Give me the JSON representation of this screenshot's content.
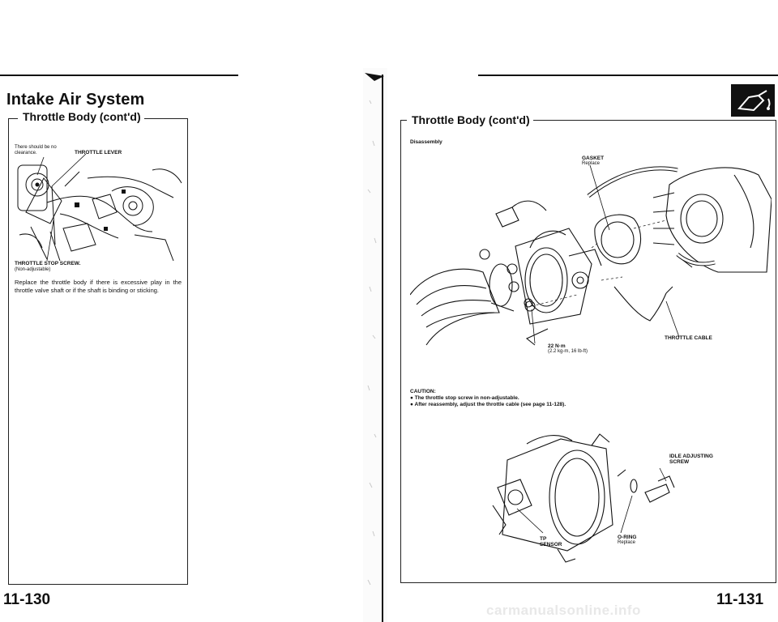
{
  "left_page": {
    "section_title": "Intake Air System",
    "subheading": "Throttle Body (cont'd)",
    "figure_labels": {
      "clearance_note": "There should be no clearance.",
      "throttle_lever": "THROTTLE LEVER",
      "stop_screw": "THROTTLE STOP SCREW.",
      "non_adjustable": "(Non-adjustable)"
    },
    "paragraph": "Replace the throttle body if there is excessive play in the throttle valve shaft or if the shaft is binding or sticking.",
    "page_number": "11-130"
  },
  "right_page": {
    "subheading": "Throttle Body (cont'd)",
    "disassembly_label": "Disassembly",
    "figure_labels": {
      "gasket": "GASKET",
      "gasket_replace": "Replace",
      "torque_nm": "22 N·m",
      "torque_alt": "(2.2 kg-m, 16 lb-ft)",
      "throttle_cable": "THROTTLE CABLE",
      "idle_screw_1": "IDLE ADJUSTING",
      "idle_screw_2": "SCREW",
      "oring": "O-RING",
      "oring_replace": "Replace",
      "tp_1": "TP",
      "tp_2": "SENSOR"
    },
    "caution": {
      "heading": "CAUTION:",
      "items": [
        "The throttle stop screw in non-adjustable.",
        "After reassembly, adjust the throttle cable (see page 11-128)."
      ]
    },
    "page_number": "11-131"
  },
  "watermark": "carmanualsonline.info",
  "icons": [
    "fuel-system-tab-icon"
  ],
  "colors": {
    "ink": "#111111",
    "paper": "#ffffff"
  }
}
